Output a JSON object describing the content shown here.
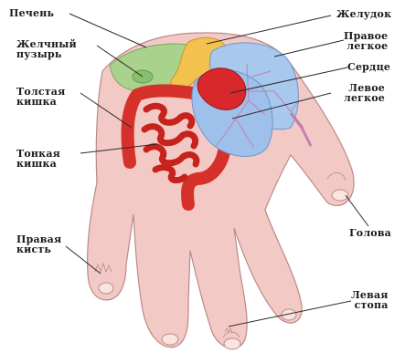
{
  "labels": {
    "liver": "Печень",
    "gallbladder": "Желчный\nпузырь",
    "large_intestine": "Толстая\nкишка",
    "small_intestine": "Тонкая\nкишка",
    "right_hand": "Правая\nкисть",
    "stomach": "Желудок",
    "right_lung": "Правое\nлегкое",
    "heart": "Сердце",
    "left_lung": "Левое\nлегкое",
    "head": "Голова",
    "left_foot": "Левая\nстопа"
  },
  "colors": {
    "skin": "#f3c9c6",
    "skin_outline": "#b98a88",
    "liver": "#9fcf86",
    "lung": "#a8c8ee",
    "heart": "#d8282b",
    "intestine": "#d5312a",
    "stomach": "#f2c14e",
    "vessels": "#c37fb0"
  }
}
